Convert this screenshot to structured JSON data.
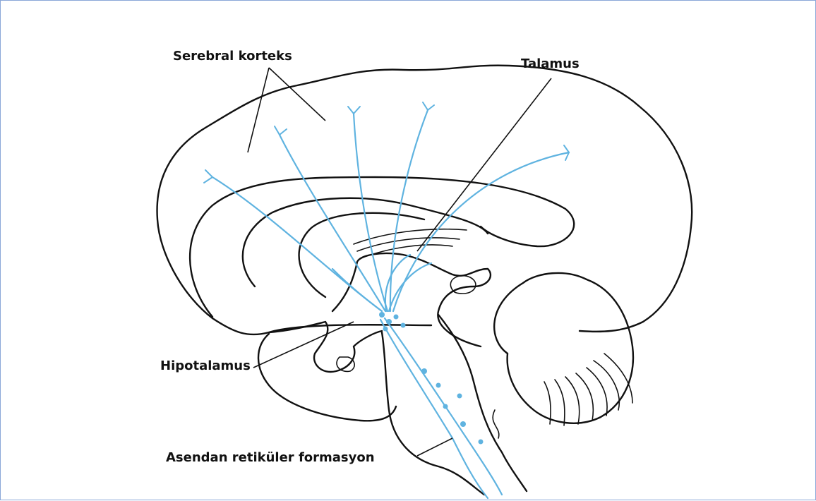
{
  "labels": {
    "cortex": "Serebral korteks",
    "thalamus": "Talamus",
    "hypothalamus": "Hipotalamus",
    "reticular": "Asendan retiküler formasyon"
  },
  "colors": {
    "fiber": "#5fb3e0",
    "outline": "#111111",
    "frame": "#8aa6d8"
  }
}
